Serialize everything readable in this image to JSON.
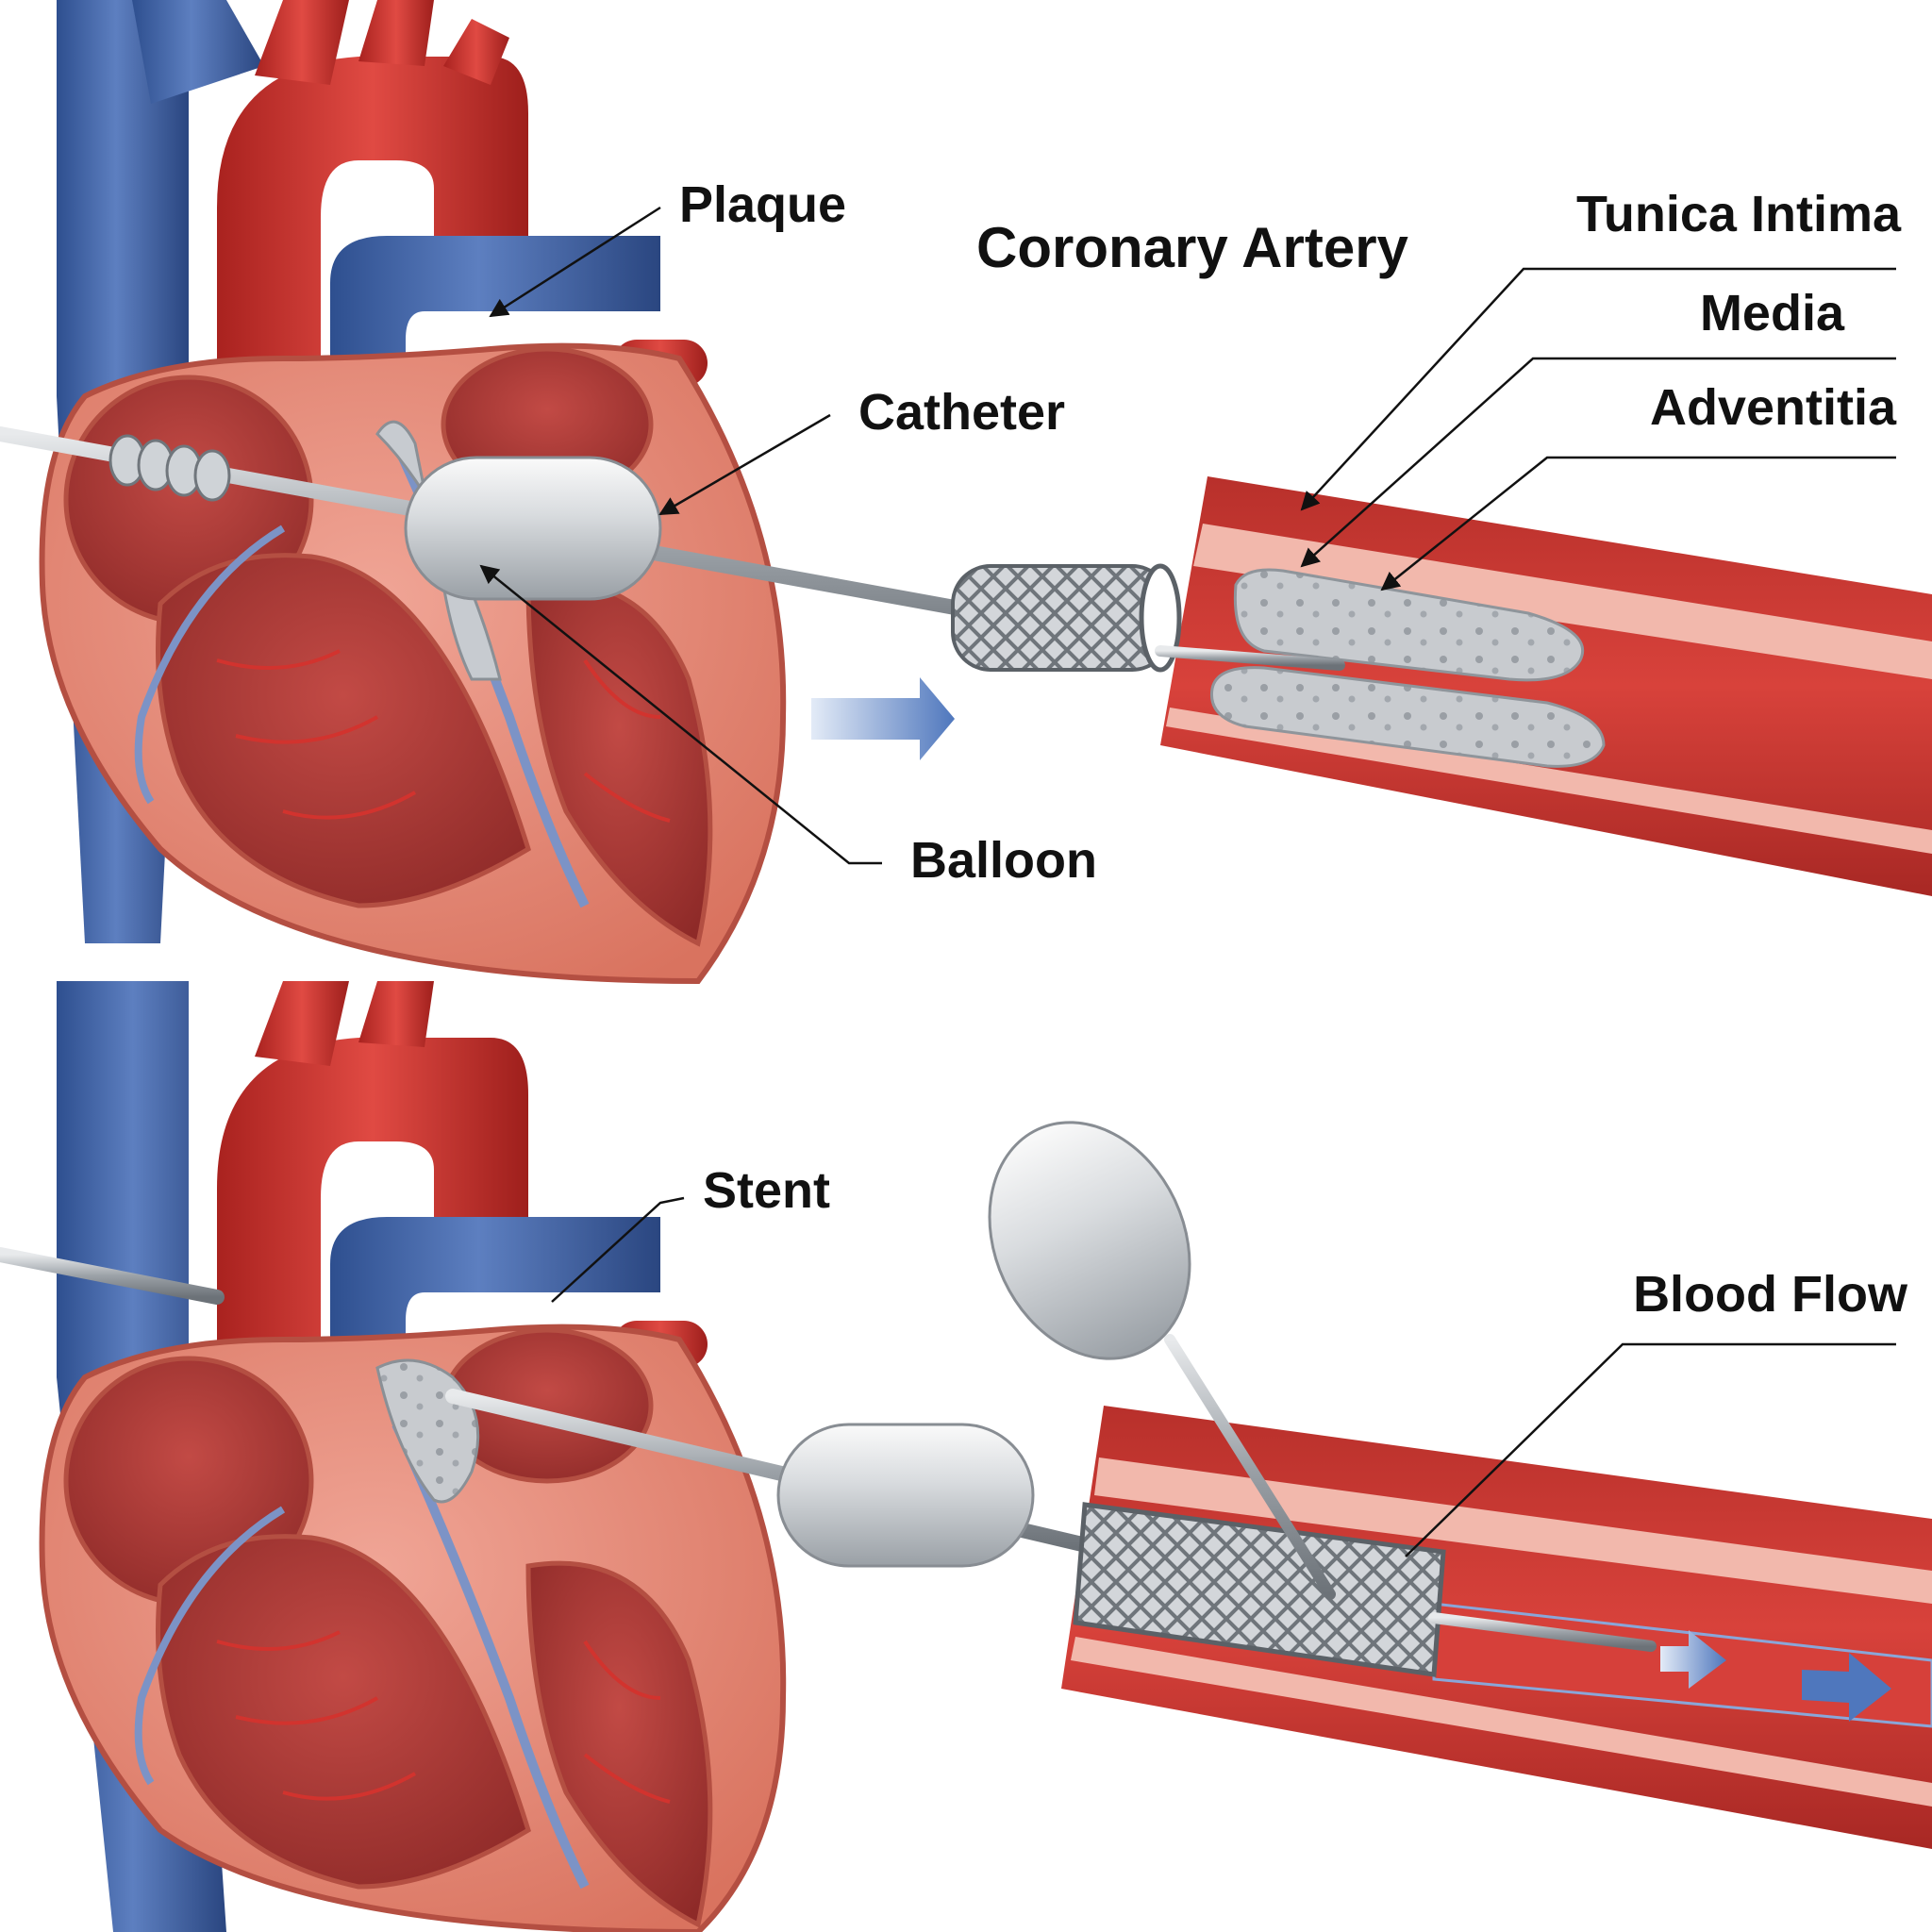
{
  "labels": {
    "plaque": "Plaque",
    "coronary_artery": "Coronary Artery",
    "catheter": "Catheter",
    "balloon": "Balloon",
    "tunica_intima": "Tunica Intima",
    "media": "Media",
    "adventitia": "Adventitia",
    "stent": "Stent",
    "blood_flow": "Blood Flow"
  },
  "colors": {
    "vein": "#3a5d9e",
    "artery": "#c8312d",
    "myocardium": "#e58a7e",
    "chamber": "#a83a38",
    "plaque": "#c9ccd0",
    "metal": "#b9bec4",
    "arrow": "#5b82c4"
  }
}
